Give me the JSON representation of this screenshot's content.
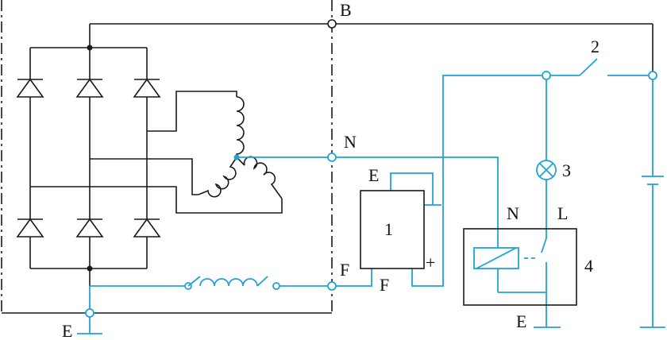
{
  "labels": {
    "B": "B",
    "N_alt": "N",
    "F_alt": "F",
    "E_alt": "E",
    "E_reg": "E",
    "F_reg": "F",
    "plus": "+",
    "reg_num": "1",
    "switch_num": "2",
    "lamp_num": "3",
    "relay_num": "4",
    "N_relay": "N",
    "L_relay": "L",
    "E_relay": "E"
  },
  "colors": {
    "line_black": "#1a1a1a",
    "line_cyan": "#1fa3d6"
  },
  "icons": {
    "rectifier_diode": "diode-icon",
    "stator_coil": "coil-icon",
    "field_coil": "inductor-icon",
    "lamp": "lamp-icon",
    "battery": "battery-icon",
    "ground": "ground-icon",
    "relay_coil": "relay-coil-icon",
    "switch": "switch-icon"
  }
}
